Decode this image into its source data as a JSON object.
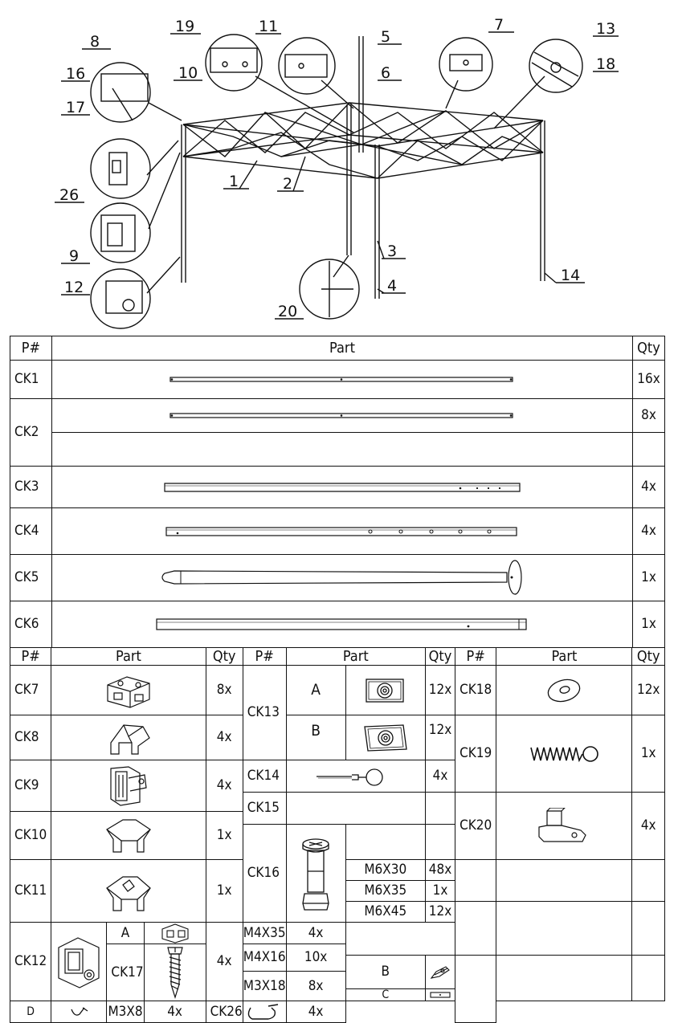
{
  "callouts": {
    "c1": "1",
    "c2": "2",
    "c3": "3",
    "c4": "4",
    "c5": "5",
    "c6": "6",
    "c7": "7",
    "c8": "8",
    "c9": "9",
    "c10": "10",
    "c11": "11",
    "c12": "12",
    "c13": "13",
    "c14": "14",
    "c16": "16",
    "c17": "17",
    "c18": "18",
    "c19": "19",
    "c20": "20",
    "c26": "26"
  },
  "table1": {
    "h_pn": "P#",
    "h_part": "Part",
    "h_qty": "Qty",
    "rows": [
      {
        "pn": "CK1",
        "qty": "16x"
      },
      {
        "pn": "CK2",
        "qty": "8x"
      },
      {
        "pn": "CK3",
        "qty": "4x"
      },
      {
        "pn": "CK4",
        "qty": "4x"
      },
      {
        "pn": "CK5",
        "qty": "1x"
      },
      {
        "pn": "CK6",
        "qty": "1x"
      }
    ]
  },
  "table2": {
    "h_pn": "P#",
    "h_part": "Part",
    "h_qty": "Qty",
    "left": [
      {
        "pn": "CK7",
        "qty": "8x"
      },
      {
        "pn": "CK8",
        "qty": "4x"
      },
      {
        "pn": "CK9",
        "qty": "4x"
      },
      {
        "pn": "CK10",
        "qty": "1x"
      },
      {
        "pn": "CK11",
        "qty": "1x"
      },
      {
        "pn": "CK12",
        "qty": "4x",
        "subs": [
          "A",
          "B",
          "C",
          "D"
        ]
      }
    ],
    "mid": {
      "ck13": {
        "pn": "CK13",
        "a": "A",
        "a_qty": "12x",
        "b": "B",
        "b_qty": "12x"
      },
      "ck14": {
        "pn": "CK14",
        "qty": "4x"
      },
      "ck15": {
        "pn": "CK15"
      },
      "ck16": {
        "pn": "CK16",
        "sizes": [
          {
            "size": "M6X30",
            "qty": "48x"
          },
          {
            "size": "M6X35",
            "qty": "1x"
          },
          {
            "size": "M6X45",
            "qty": "12x"
          },
          {
            "size": "M4X35",
            "qty": "4x"
          }
        ]
      },
      "ck17": {
        "pn": "CK17",
        "sizes": [
          {
            "size": "M4X16",
            "qty": "10x"
          },
          {
            "size": "M3X18",
            "qty": "8x"
          },
          {
            "size": "M3X8",
            "qty": "4x"
          }
        ]
      }
    },
    "right": [
      {
        "pn": "CK18",
        "qty": "12x"
      },
      {
        "pn": "CK19",
        "qty": "1x"
      },
      {
        "pn": "CK20",
        "qty": "4x"
      },
      {
        "pn": "CK26",
        "qty": "4x"
      }
    ]
  }
}
